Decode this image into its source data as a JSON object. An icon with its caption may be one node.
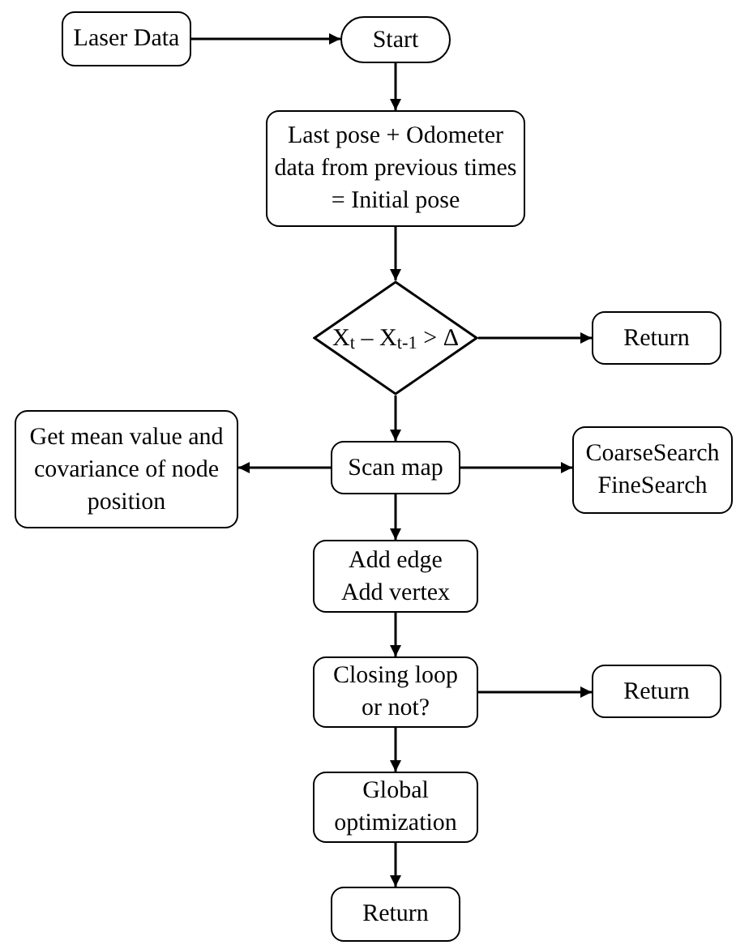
{
  "diagram": {
    "nodes": [
      {
        "text": [
          "Laser Data"
        ]
      },
      {
        "text": [
          "Start"
        ]
      },
      {
        "text": [
          "Last pose + Odometer data from previous times = Initial pose"
        ]
      },
      {
        "text": [
          "X$_{t}$ – X$_{t-1}$ > Δ"
        ]
      },
      {
        "text": [
          "Return"
        ]
      },
      {
        "text": [
          "Get mean value and covariance of node position"
        ]
      },
      {
        "text": [
          "Scan map"
        ]
      },
      {
        "text": [
          "CoarseSearch",
          "FineSearch"
        ]
      },
      {
        "text": [
          "Add edge",
          "Add vertex"
        ]
      },
      {
        "text": [
          "Closing loop or not?"
        ]
      },
      {
        "text": [
          "Return"
        ]
      },
      {
        "text": [
          "Global optimization"
        ]
      },
      {
        "text": [
          "Return"
        ]
      }
    ],
    "edges": [
      {
        "from": 0,
        "to": 1,
        "arrow": "to"
      },
      {
        "from": 1,
        "to": 2,
        "arrow": "to"
      },
      {
        "from": 2,
        "to": 3,
        "arrow": "to"
      },
      {
        "from": 3,
        "to": 4,
        "arrow": "to"
      },
      {
        "from": 3,
        "to": 6,
        "arrow": "to"
      },
      {
        "from": 6,
        "to": 5,
        "arrow": "to"
      },
      {
        "from": 6,
        "to": 7,
        "arrow": "to"
      },
      {
        "from": 6,
        "to": 8,
        "arrow": "to"
      },
      {
        "from": 8,
        "to": 9,
        "arrow": "to"
      },
      {
        "from": 9,
        "to": 10,
        "arrow": "to"
      },
      {
        "from": 9,
        "to": 11,
        "arrow": "to"
      },
      {
        "from": 11,
        "to": 12,
        "arrow": "to"
      }
    ]
  }
}
